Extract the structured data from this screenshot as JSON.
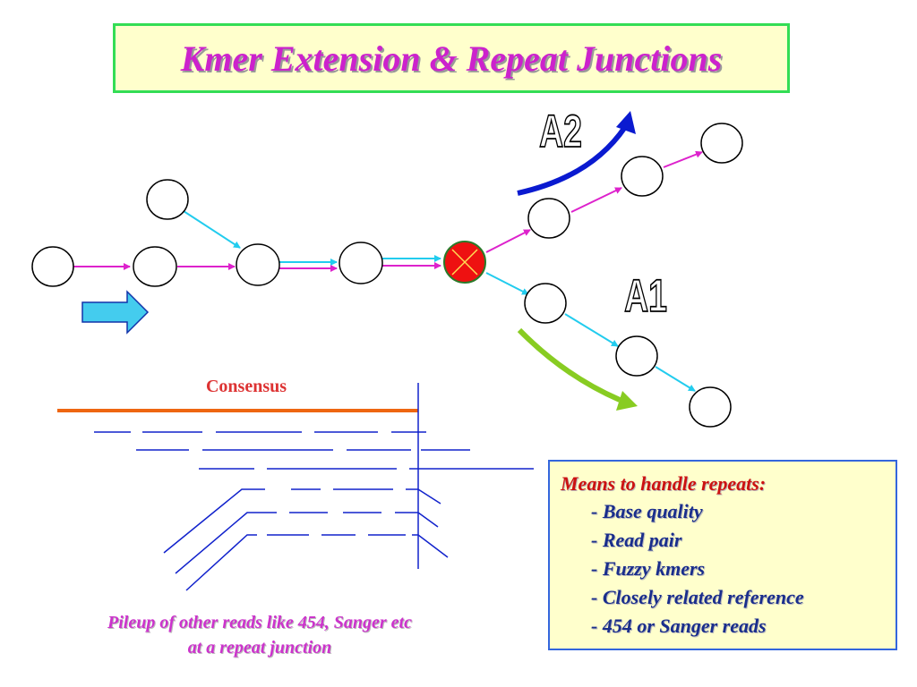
{
  "title": "Kmer Extension & Repeat Junctions",
  "labels": {
    "a2": "A2",
    "a1": "A1",
    "consensus": "Consensus"
  },
  "colors": {
    "magenta_edge": "#dd22cc",
    "cyan_edge": "#22ccee",
    "junction_fill": "#ee1111",
    "consensus_line": "#ee6611",
    "reads": "#1122cc",
    "a2_arrow": "#0a1ad0",
    "a1_arrow": "#88cc22",
    "extension_arrow": "#44ccee"
  },
  "means_box": {
    "heading": "Means to handle repeats:",
    "items": [
      "- Base quality",
      "- Read pair",
      "- Fuzzy kmers",
      "- Closely related reference",
      "- 454 or Sanger reads"
    ]
  },
  "pileup_caption": {
    "line1": "Pileup of other reads like 454, Sanger etc",
    "line2": "at a repeat junction"
  }
}
